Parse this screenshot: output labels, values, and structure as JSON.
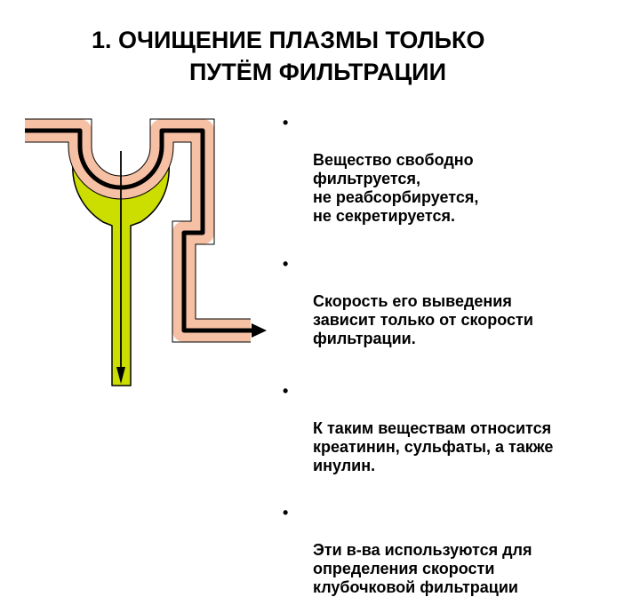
{
  "title": {
    "line1": "1. ОЧИЩЕНИЕ ПЛАЗМЫ ТОЛЬКО",
    "line2": "ПУТЁМ ФИЛЬТРАЦИИ"
  },
  "bullet_glyph": "•",
  "bullets": [
    "Вещество свободно\nфильтруется,\nне реабсорбируется,\nне секретируется.",
    "Скорость его выведения\nзависит только от скорости\nфильтрации.",
    "К таким веществам относится\nкреатинин, сульфаты, а также\nинулин.",
    "Эти в-ва используются для\nопределения скорости\nклубочковой фильтрации"
  ],
  "colors": {
    "tubule_wall": "#f6c0a4",
    "glomerulus": "#ccdd00",
    "flow_line": "#000000"
  }
}
